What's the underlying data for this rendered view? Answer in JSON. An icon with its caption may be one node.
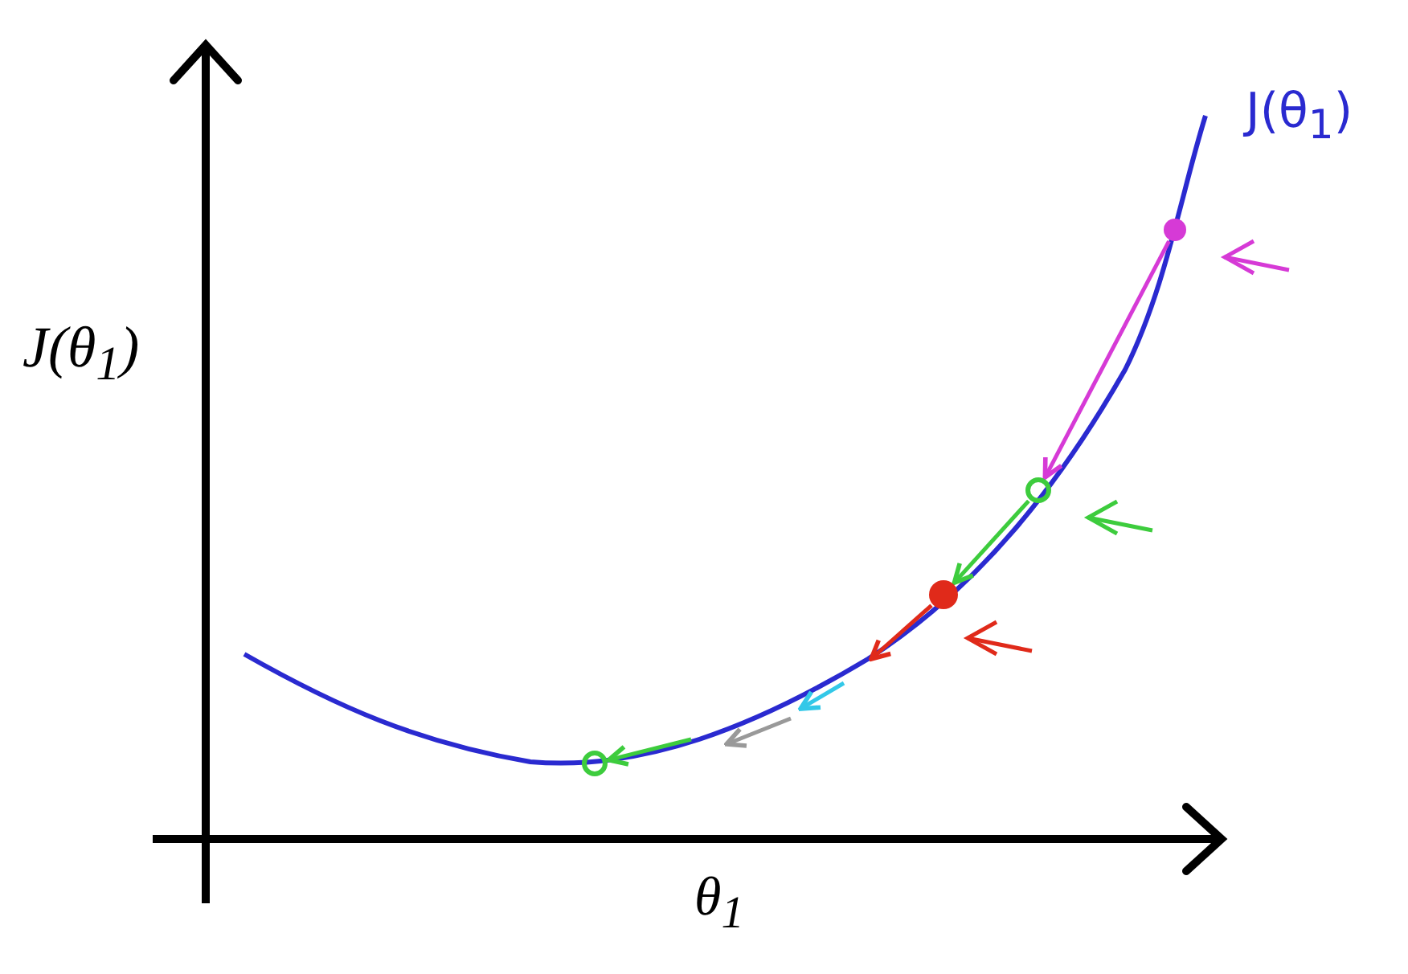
{
  "diagram": {
    "nodes": [
      {
        "text": [],
        "shape": "circle"
      },
      {
        "text": [],
        "shape": "circle"
      },
      {
        "text": [],
        "shape": "circle"
      },
      {
        "text": [],
        "shape": "circle"
      }
    ],
    "edges": [
      {
        "from": 0,
        "to": 1,
        "arrow": "to",
        "color": "#d63ad6"
      },
      {
        "from": 1,
        "to": 2,
        "arrow": "to",
        "color": "#3dcc3d"
      },
      {
        "from": 2,
        "to": null,
        "arrow": "to",
        "color": "#e02a1a"
      },
      {
        "from": null,
        "to": 3,
        "arrow": "to",
        "color": "#3dcc3d"
      }
    ],
    "labels": [
      "J(θ$_{1}$)",
      "θ$_{1}$",
      "J(θ$_{1}$)"
    ]
  }
}
